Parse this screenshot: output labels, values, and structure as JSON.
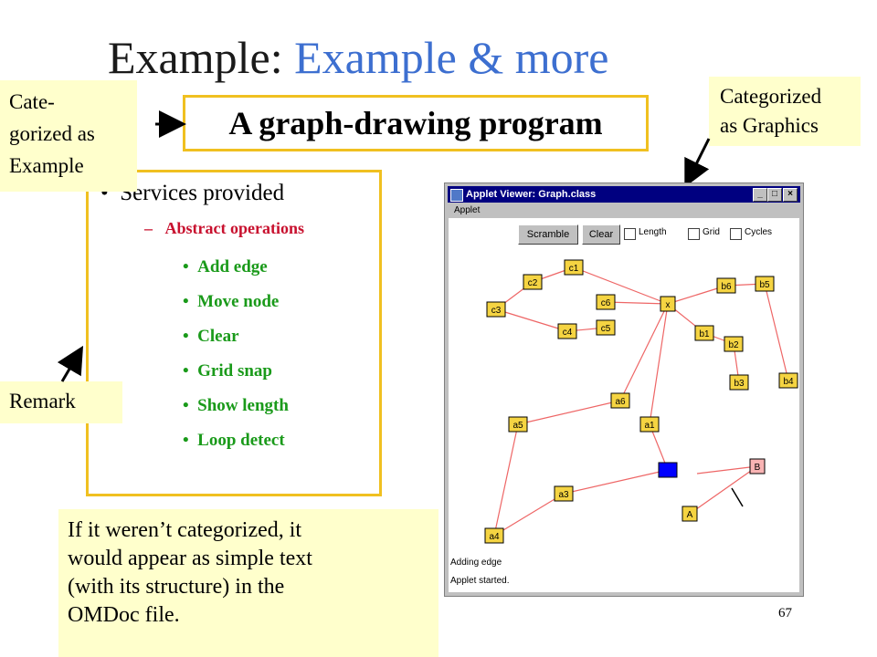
{
  "title": {
    "prefix": "Example:",
    "highlight": "Example & more"
  },
  "headline": "A graph-drawing program",
  "notes": {
    "categorized_example": [
      "Cate-",
      "gorized as",
      "Example"
    ],
    "categorized_graphics": [
      "Categorized",
      "as Graphics"
    ],
    "remark": "Remark",
    "bottom": [
      "If it weren’t categorized, it",
      "would appear as simple text",
      "(with its structure) in the",
      "OMDoc file."
    ]
  },
  "services": {
    "heading": "Services provided",
    "subheading": "Abstract operations",
    "operations": [
      "Add edge",
      "Move node",
      "Clear",
      "Grid snap",
      "Show length",
      "Loop detect"
    ]
  },
  "applet": {
    "window_title": "Applet Viewer: Graph.class",
    "menu": "Applet",
    "buttons": {
      "scramble": "Scramble",
      "clear": "Clear"
    },
    "checkboxes": [
      "Length",
      "Grid",
      "Cycles"
    ],
    "nodes": [
      "c1",
      "c2",
      "c3",
      "c4",
      "c5",
      "c6",
      "x",
      "b6",
      "b5",
      "b1",
      "b2",
      "b3",
      "b4",
      "a6",
      "a5",
      "a1",
      "a4",
      "a3",
      "A",
      "B"
    ],
    "status_lines": [
      "Adding edge",
      "Applet started."
    ]
  },
  "slide_number": "67",
  "colors": {
    "title_highlight": "#3d6fd0",
    "note_bg": "#ffffcc",
    "box_border": "#f0c020",
    "operations": "#1a9a1a",
    "subheading": "#c8102e",
    "node_fill": "#f5d442",
    "selected_node": "#0000ff",
    "edge": "#ee6666"
  }
}
